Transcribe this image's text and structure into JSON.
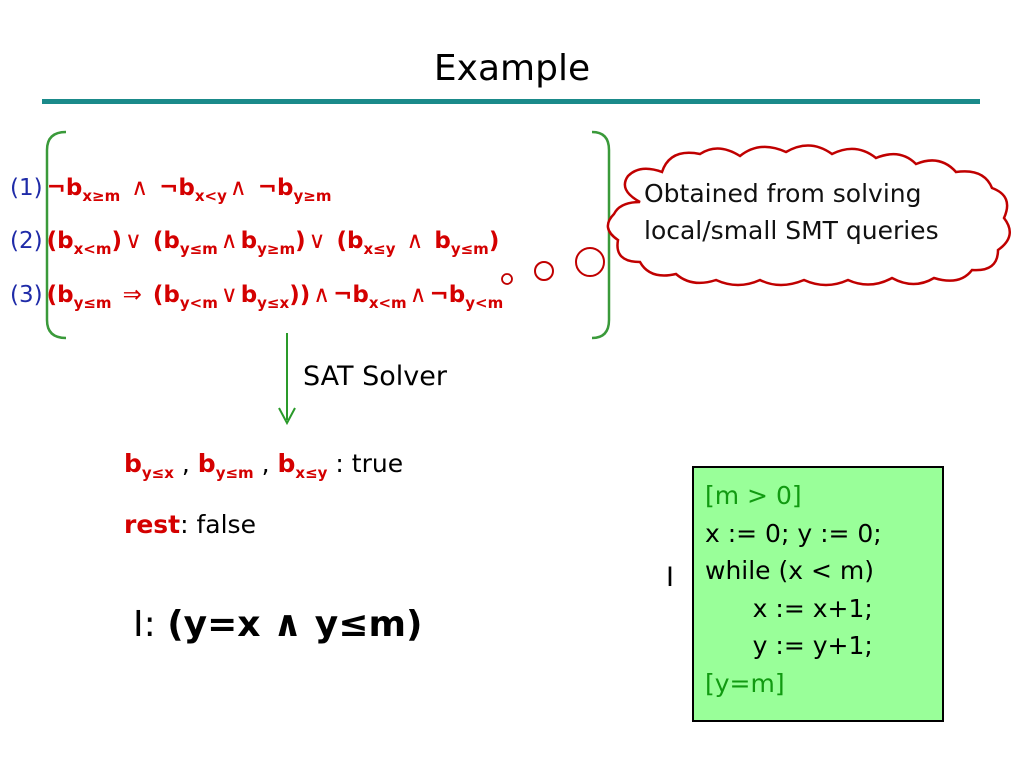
{
  "slide": {
    "title": "Example"
  },
  "formulas": {
    "line1": {
      "num": "(1)",
      "t1": "¬b",
      "s1": "x≥m",
      "op1": "∧",
      "t2": "¬b",
      "s2": "x<y",
      "op2": "∧",
      "t3": "¬b",
      "s3": "y≥m"
    },
    "line2": {
      "num": "(2)",
      "t1": "(b",
      "s1": "x<m",
      "c1": ")",
      "op1": "∨",
      "t2": "(b",
      "s2": "y≤m",
      "op2": "∧",
      "t3": "b",
      "s3": "y≥m",
      "c3": ")",
      "op3": "∨",
      "t4": "(b",
      "s4": "x≤y",
      "op4": "∧",
      "t5": "b",
      "s5": "y≤m",
      "c5": ")"
    },
    "line3": {
      "num": "(3)",
      "t1": "(b",
      "s1": "y≤m",
      "op1": "⇒",
      "t2": "(b",
      "s2": "y<m",
      "op2": "∨",
      "t3": "b",
      "s3": "y≤x",
      "c3": "))",
      "op3": "∧",
      "t4": "¬b",
      "s4": "x<m",
      "op4": "∧",
      "t5": "¬b",
      "s5": "y<m"
    }
  },
  "cloud": {
    "line1": "Obtained from solving",
    "line2": "local/small SMT queries"
  },
  "sat_solver": {
    "label": "SAT Solver"
  },
  "assignment": {
    "b1": "b",
    "s1": "y≤x",
    "sep1": " , ",
    "b2": "b",
    "s2": "y≤m",
    "sep2": " , ",
    "b3": "b",
    "s3": "x≤y",
    "suffix": " : true",
    "rest_b": "rest",
    "rest_suffix": ": false"
  },
  "invariant": {
    "prefix": "I: ",
    "formula": "(y=x ∧ y≤m)"
  },
  "marker": {
    "label": "I"
  },
  "code": {
    "lines": [
      "[m > 0]",
      "x := 0; y := 0;",
      "while (x < m)",
      "      x := x+1;",
      "      y := y+1;",
      "[y=m]"
    ]
  },
  "colors": {
    "formula": "#d40000",
    "line_number": "#1f2ba8",
    "rule": "#1a8a8a",
    "bracket": "#3a9a3a",
    "arrow": "#2a9a2a",
    "cloud_stroke": "#c00000",
    "code_bg": "#99ff99",
    "code_annotation": "#119a11"
  }
}
